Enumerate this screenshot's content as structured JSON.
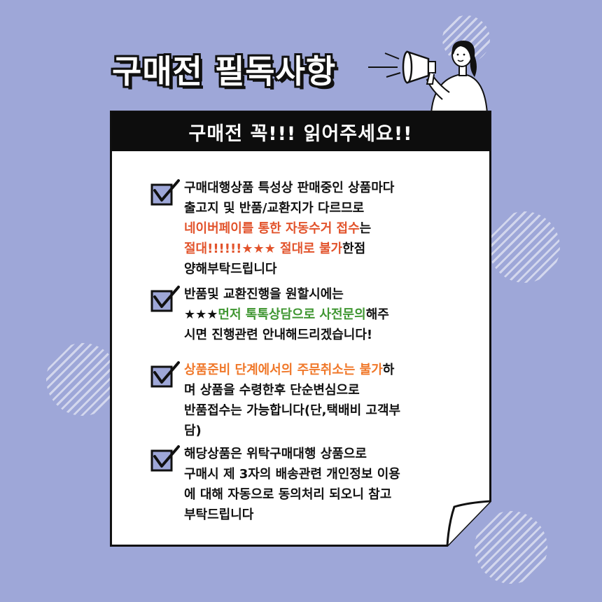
{
  "title": "구매전 필독사항",
  "banner": "구매전 꼭!!! 읽어주세요!!",
  "items": [
    {
      "line1": "구매대행상품 특성상 판매중인 상품마다\n출고지 및 반품/교환지가 다르므로\n",
      "highlight1": "네이버페이를 통한 자동수거 접수",
      "line2": "는\n",
      "highlight2": "절대!!!!!!★★★ 절대로 불가",
      "line3": "한점\n양해부탁드립니다"
    },
    {
      "line1": "반품및 교환진행을 원할시에는\n★★★",
      "highlight1": "먼저 톡톡상담으로 사전문의",
      "line2": "해주\n시면 진행관련 안내해드리겠습니다!"
    },
    {
      "highlight1": "상품준비 단계에서의 주문취소는 불가",
      "line1": "하\n며 상품을 수령한후 단순변심으로\n반품접수는 가능합니다(단,택배비 고객부\n담)"
    },
    {
      "line1": "해당상품은 위탁구매대행 상품으로\n구매시 제 3자의 배송관련 개인정보 이용\n에 대해 자동으로 동의처리 되오니 참고\n부탁드립니다"
    }
  ],
  "colors": {
    "background": "#9ea7d8",
    "highlight_red": "#e2532b",
    "highlight_green": "#3f9631",
    "highlight_orange": "#f0782a",
    "checkbox_fill": "#9ea7d8"
  }
}
